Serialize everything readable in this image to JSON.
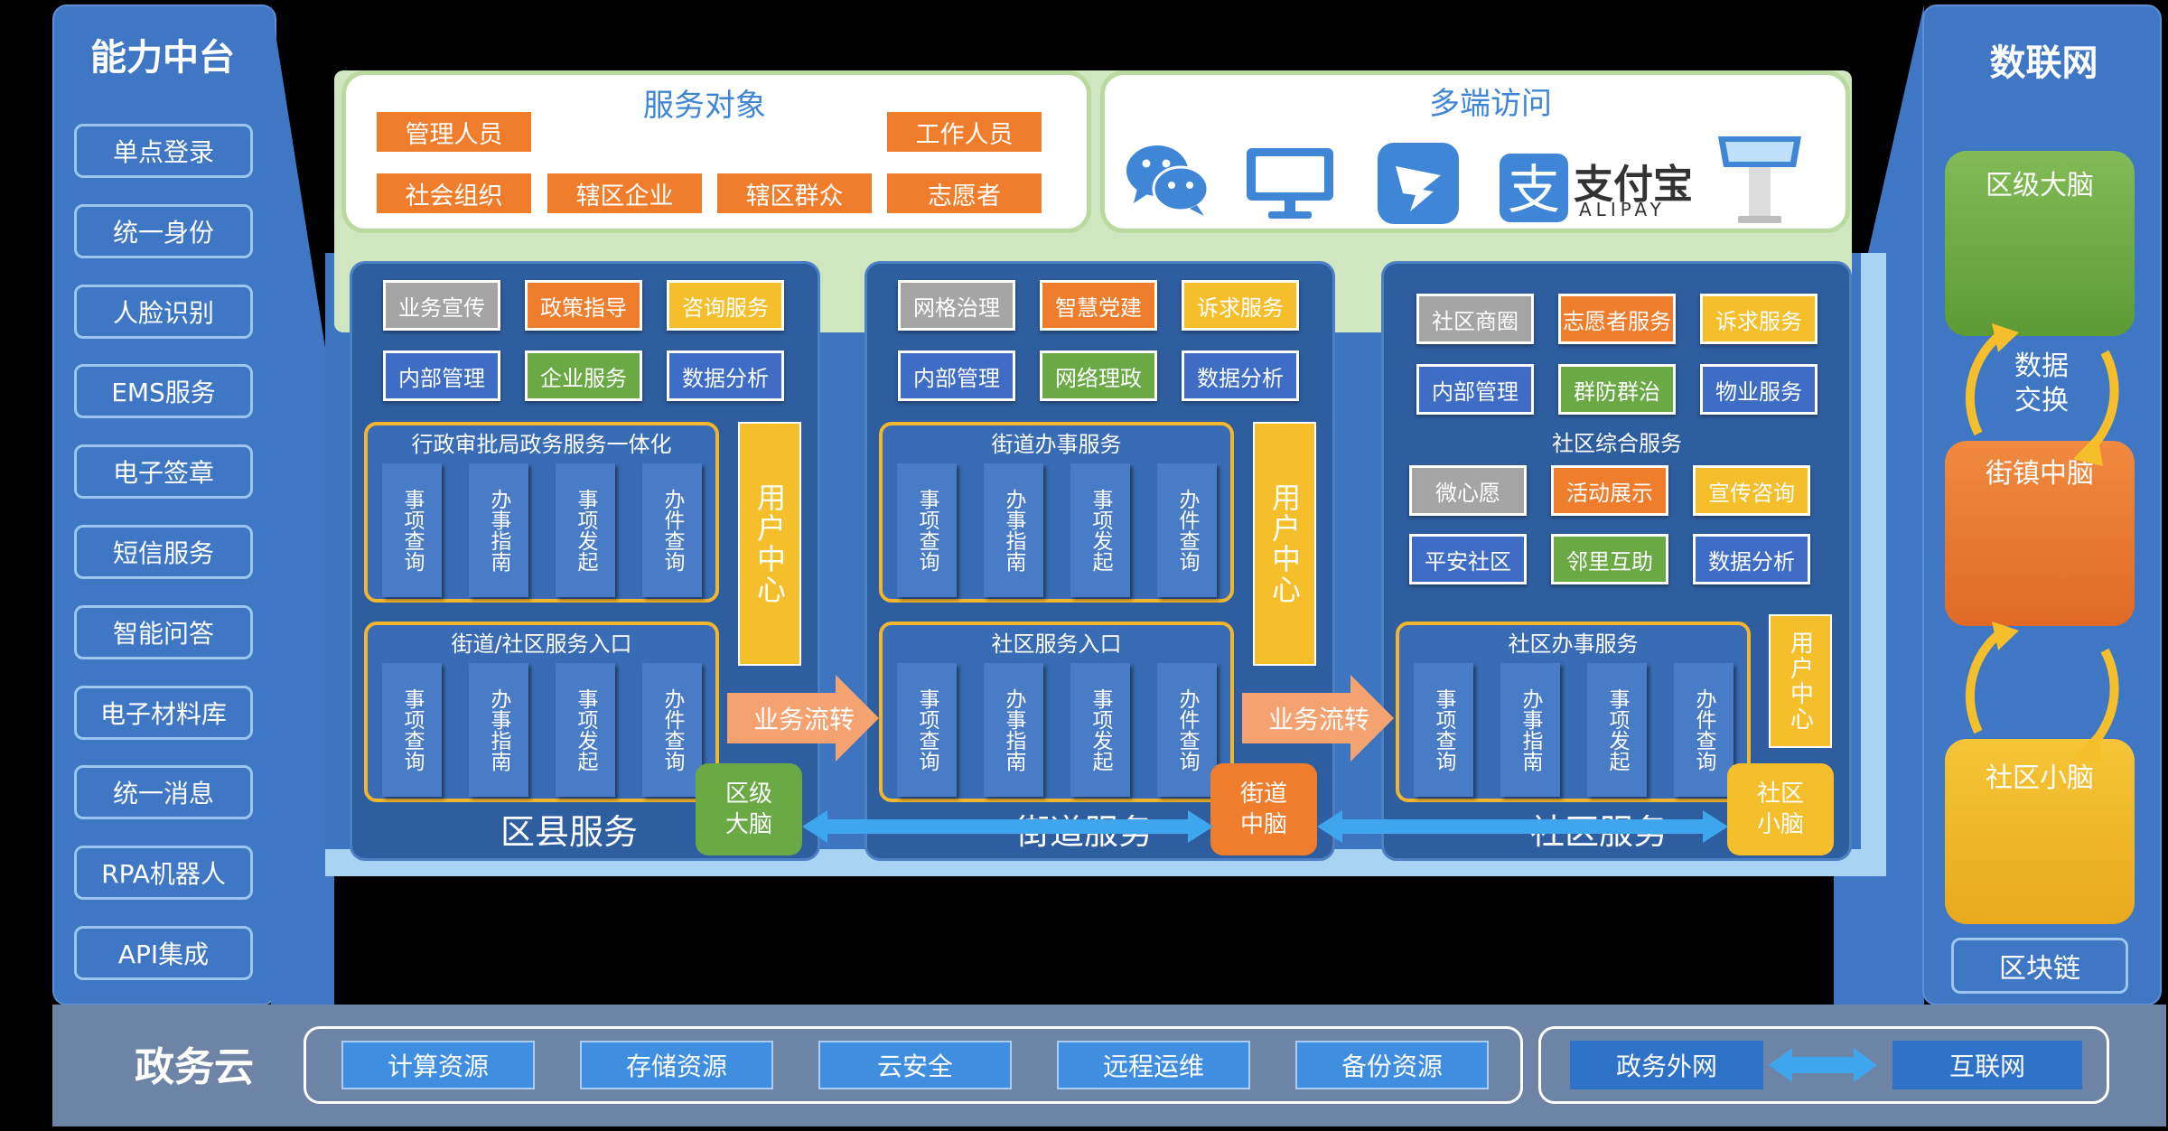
{
  "ability_platform": {
    "title": "能力中台",
    "items": [
      "单点登录",
      "统一身份",
      "人脸识别",
      "EMS服务",
      "电子签章",
      "短信服务",
      "智能问答",
      "电子材料库",
      "统一消息",
      "RPA机器人",
      "API集成"
    ]
  },
  "data_network": {
    "title": "数联网",
    "district_brain": "区级大脑",
    "exchange": "数据\n交换",
    "town_brain": "街镇中脑",
    "community_brain": "社区小脑",
    "blockchain": "区块链"
  },
  "service_objects": {
    "title": "服务对象",
    "items": [
      "管理人员",
      "工作人员",
      "社会组织",
      "辖区企业",
      "辖区群众",
      "志愿者"
    ]
  },
  "multi_access": {
    "title": "多端访问",
    "icons": [
      "wechat-icon",
      "desktop-monitor-icon",
      "dingtalk-icon",
      "alipay-icon",
      "kiosk-terminal-icon"
    ],
    "alipay_cn": "支付宝",
    "alipay_en": "ALIPAY"
  },
  "county": {
    "tags": [
      "业务宣传",
      "政策指导",
      "咨询服务",
      "内部管理",
      "企业服务",
      "数据分析"
    ],
    "sub1_title": "行政审批局政务服务一体化",
    "sub2_title": "街道/社区服务入口",
    "cells": [
      "事项查询",
      "办事指南",
      "事项发起",
      "办件查询"
    ],
    "user_center": "用户中心",
    "title": "区县服务",
    "brain": "区级\n大脑"
  },
  "street": {
    "tags": [
      "网格治理",
      "智慧党建",
      "诉求服务",
      "内部管理",
      "网络理政",
      "数据分析"
    ],
    "sub1_title": "街道办事服务",
    "sub2_title": "社区服务入口",
    "cells": [
      "事项查询",
      "办事指南",
      "事项发起",
      "办件查询"
    ],
    "user_center": "用户中心",
    "title": "街道服务",
    "brain": "街道\n中脑"
  },
  "community": {
    "tags": [
      "社区商圈",
      "志愿者服务",
      "诉求服务",
      "内部管理",
      "群防群治",
      "物业服务"
    ],
    "integrated_title": "社区综合服务",
    "integrated_tags": [
      "微心愿",
      "活动展示",
      "宣传咨询",
      "平安社区",
      "邻里互助",
      "数据分析"
    ],
    "sub_title": "社区办事服务",
    "cells": [
      "事项查询",
      "办事指南",
      "事项发起",
      "办件查询"
    ],
    "user_center": "用户中心",
    "title": "社区服务",
    "brain": "社区\n小脑"
  },
  "flow_label": "业务流转",
  "gov_cloud": {
    "title": "政务云",
    "resources": [
      "计算资源",
      "存储资源",
      "云安全",
      "远程运维",
      "备份资源"
    ],
    "net_left": "政务外网",
    "net_right": "互联网"
  },
  "colors": {
    "panel_blue": "#3f77c4",
    "orange": "#ef7d2c",
    "yellow": "#f5bf2c",
    "green": "#6aa944",
    "gray": "#a5a5a5"
  }
}
